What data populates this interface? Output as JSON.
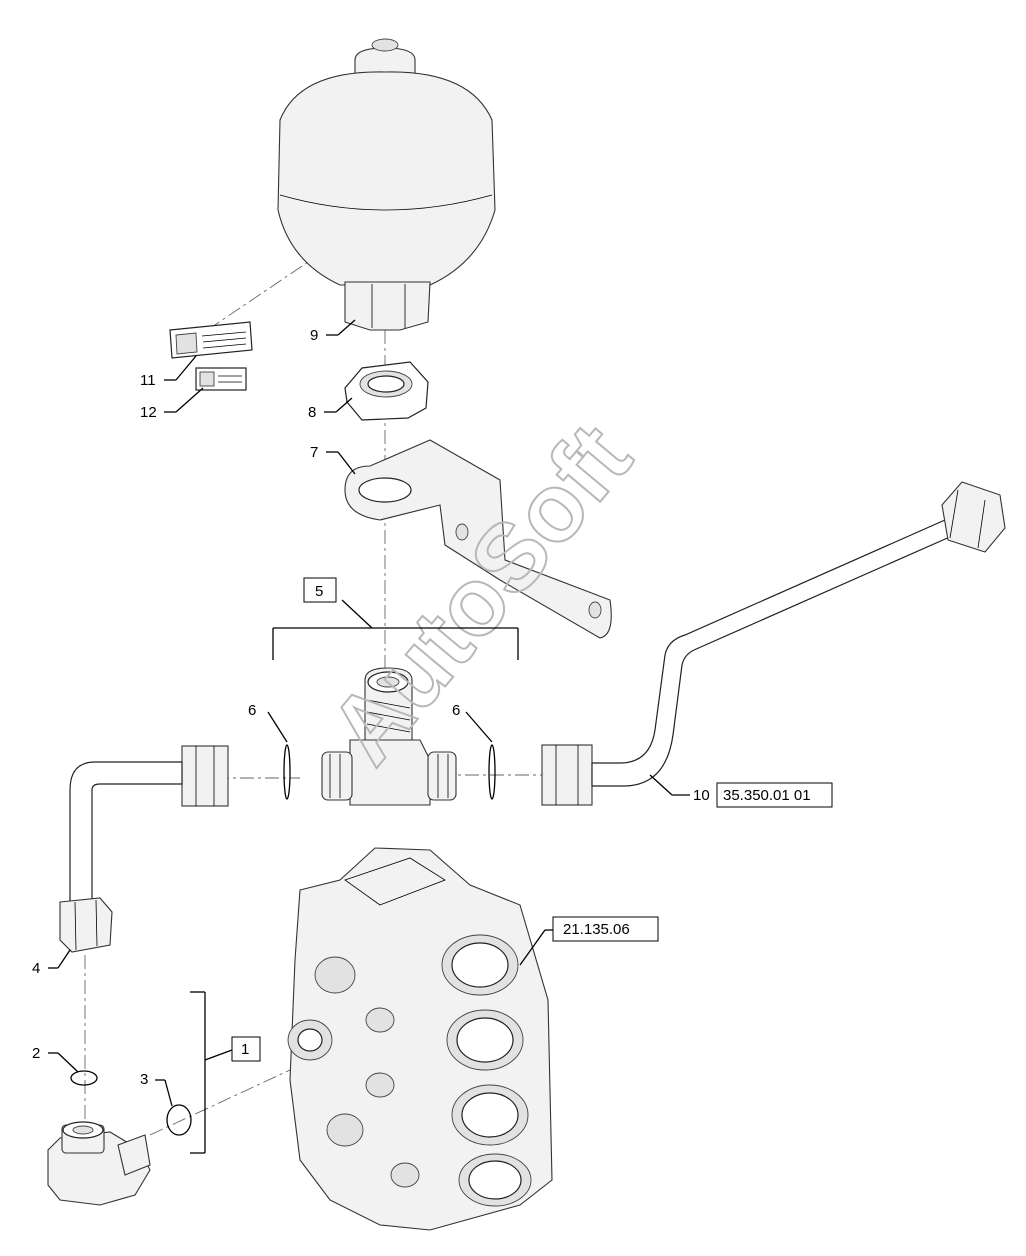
{
  "watermark": "AutoSoft",
  "callouts": {
    "c1": "1",
    "c2": "2",
    "c3": "3",
    "c4": "4",
    "c5": "5",
    "c6a": "6",
    "c6b": "6",
    "c7": "7",
    "c8": "8",
    "c9": "9",
    "c10": "10",
    "c11": "11",
    "c12": "12"
  },
  "references": {
    "pipe_ref": "35.350.01 01",
    "valve_ref": "21.135.06"
  }
}
